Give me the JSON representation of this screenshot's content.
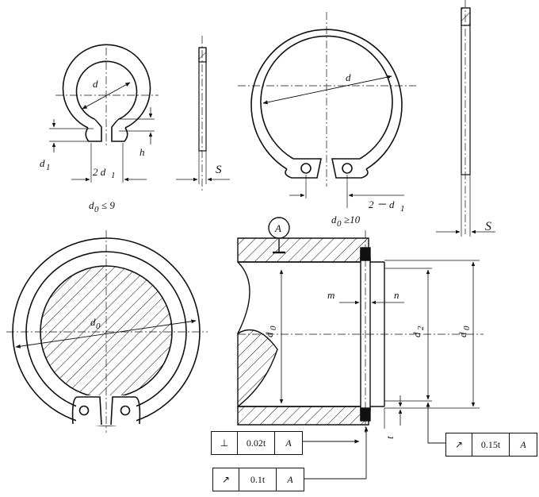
{
  "labels": {
    "d_small": "d",
    "d1_left": "d",
    "d1_left_sub": "1",
    "two_d1": "2  d",
    "two_d1_sub": "1",
    "h_left": "h",
    "S_small": "S",
    "cond_small": "d",
    "cond_small_sub": "0",
    "cond_small_rel": "≤ 9",
    "d_large": "d",
    "two_minus_d1": "2 － d",
    "two_minus_d1_sub": "1",
    "cond_large": "d",
    "cond_large_sub": "0",
    "cond_large_rel": "≥10",
    "S_large": "S",
    "d0_ring": "d",
    "d0_ring_sub": "0",
    "datum_A": "A",
    "m_label": "m",
    "n_label": "n",
    "d0_left": "d",
    "d0_left_sub": "0",
    "d2_label": "d",
    "d2_label_sub": "2",
    "d0_right": "d",
    "d0_right_sub": "0",
    "t_label": "t"
  },
  "tolerance_frames": [
    {
      "symbol": "⊥",
      "symbol_name": "perpendicularity-icon",
      "tolerance": "0.02t",
      "datum": "A"
    },
    {
      "symbol": "↗",
      "symbol_name": "circular-runout-icon",
      "tolerance": "0.15t",
      "datum": "A"
    },
    {
      "symbol": "↗",
      "symbol_name": "circular-runout-icon",
      "tolerance": "0.1t",
      "datum": "A"
    }
  ]
}
